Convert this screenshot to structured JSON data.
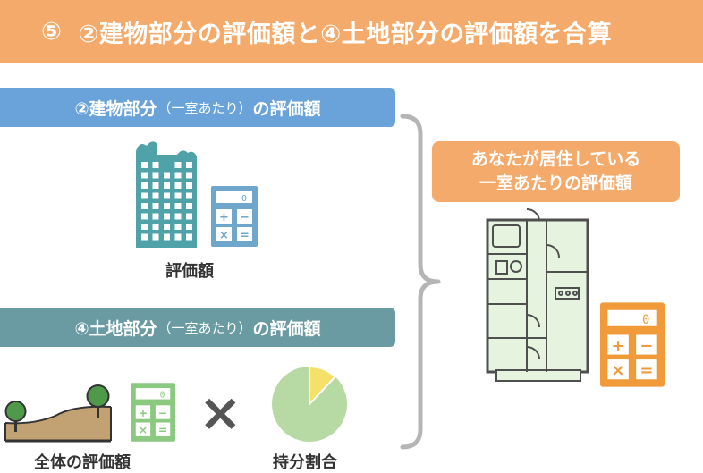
{
  "title": {
    "number": "⑤",
    "text": "②建物部分の評価額と④土地部分の評価額を合算"
  },
  "building_section": {
    "heading_main": "②建物部分",
    "heading_paren": "（一室あたり）",
    "heading_end": "の評価額",
    "caption": "評価額"
  },
  "land_section": {
    "heading_main": "④土地部分",
    "heading_paren": "（一室あたり）",
    "heading_end": "の評価額",
    "caption_total": "全体の評価額",
    "caption_share": "持分割合",
    "operator": "×"
  },
  "result": {
    "line1": "あなたが居住している",
    "line2": "一室あたりの評価額"
  },
  "calculator": {
    "display": "0",
    "keys": [
      "+",
      "−",
      "×",
      "="
    ]
  },
  "colors": {
    "orange": "#f4aa6a",
    "blue_bar": "#69a3d9",
    "teal_bar": "#6a9ba3",
    "building": "#4fa3a8",
    "calc_blue": "#6fa6cc",
    "calc_green": "#8cc980",
    "calc_orange": "#f09a3a",
    "pie_green": "#b7d9a4",
    "pie_yellow": "#f5e06a"
  },
  "share_pie": {
    "share_fraction": 0.12
  }
}
